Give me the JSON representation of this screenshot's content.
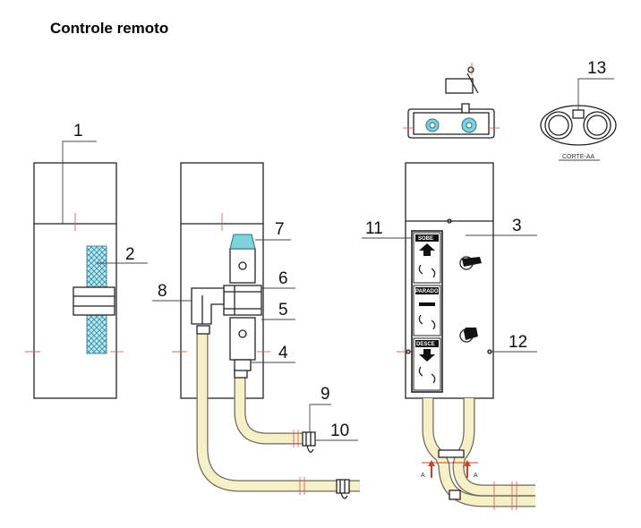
{
  "title": "Controle remoto",
  "labels": {
    "n1": "1",
    "n2": "2",
    "n3": "3",
    "n4": "4",
    "n5": "5",
    "n6": "6",
    "n7": "7",
    "n8": "8",
    "n9": "9",
    "n10": "10",
    "n11": "11",
    "n12": "12",
    "n13": "13"
  },
  "panel": {
    "up_label": "SOBE",
    "stop_label": "PARADO",
    "down_label": "DESCE"
  },
  "section_caption": "CORTE-AA",
  "section_markers": [
    "A",
    "A"
  ]
}
